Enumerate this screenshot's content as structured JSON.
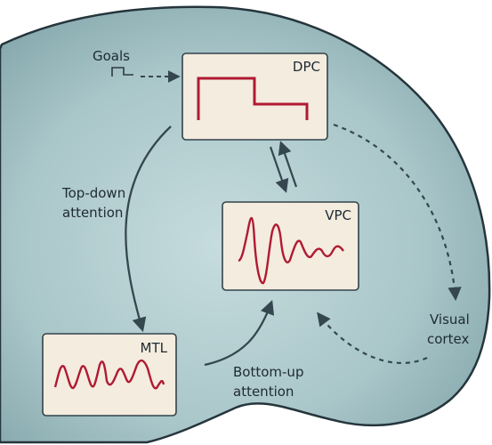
{
  "labels": {
    "goals": "Goals",
    "dpc": "DPC",
    "vpc": "VPC",
    "mtl": "MTL",
    "top_down_1": "Top-down",
    "top_down_2": "attention",
    "bottom_up_1": "Bottom-up",
    "bottom_up_2": "attention",
    "visual_1": "Visual",
    "visual_2": "cortex"
  },
  "colors": {
    "brain_fill": "#a9c6c9",
    "brain_outline": "#25353c",
    "box_fill": "#f3ecdf",
    "box_stroke": "#33434a",
    "signal": "#b01a33",
    "arrow": "#34474f"
  }
}
